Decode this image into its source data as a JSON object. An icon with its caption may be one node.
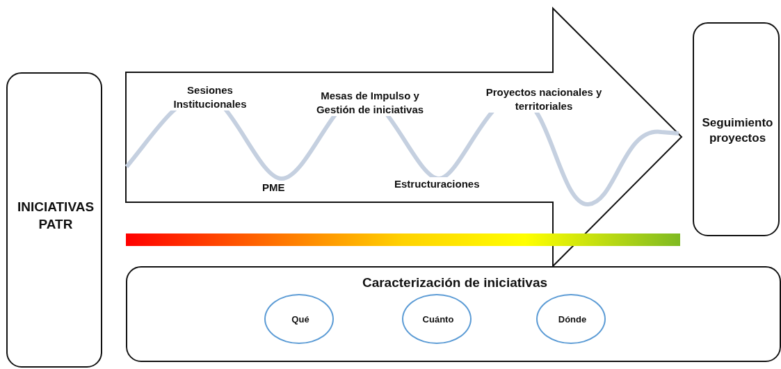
{
  "diagram": {
    "nodes": [
      {
        "text": [
          "INICIATIVAS PATR"
        ]
      },
      {
        "text": [
          "Seguimiento proyectos"
        ]
      },
      {
        "text": [],
        "shape": "bar"
      },
      {
        "text": [
          "Caracterización de iniciativas"
        ]
      },
      {
        "text": [
          "Qué"
        ],
        "in": 3
      },
      {
        "text": [
          "Cuánto"
        ],
        "in": 3
      },
      {
        "text": [
          "Dónde"
        ],
        "in": 3
      }
    ],
    "edges": [
      {
        "from": 0,
        "to": 1,
        "arrow": "to",
        "style": "thick"
      }
    ],
    "labels": [
      "Sesiones Institucionales",
      "PME",
      "Mesas de Impulso y Gestión de iniciativas",
      "Estructuraciones",
      "Proyectos nacionales y territoriales"
    ]
  }
}
